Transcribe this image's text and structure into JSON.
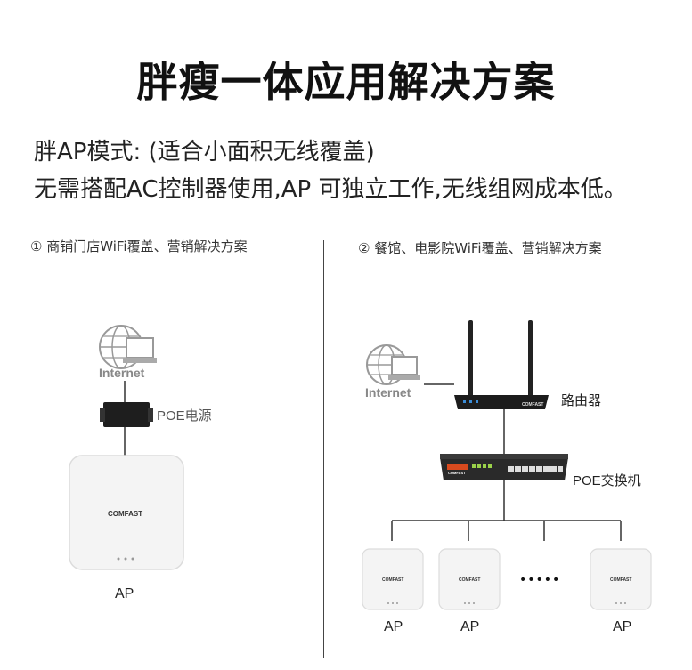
{
  "title": "胖瘦一体应用解决方案",
  "subtitle_1": "胖AP模式: (适合小面积无线覆盖)",
  "subtitle_2": "无需搭配AC控制器使用,AP 可独立工作,无线组网成本低。",
  "left": {
    "heading": "① 商铺门店WiFi覆盖、营销解决方案",
    "internet_label": "Internet",
    "poe_label": "POE电源",
    "ap_brand": "COMFAST",
    "ap_label": "AP"
  },
  "right": {
    "heading": "② 餐馆、电影院WiFi覆盖、营销解决方案",
    "internet_label": "Internet",
    "router_label": "路由器",
    "router_brand": "COMFAST",
    "switch_label": "POE交换机",
    "switch_brand": "COMFAST",
    "ap_brand": "COMFAST",
    "ap_labels": [
      "AP",
      "AP",
      "AP"
    ],
    "ellipsis": "•••••"
  }
}
